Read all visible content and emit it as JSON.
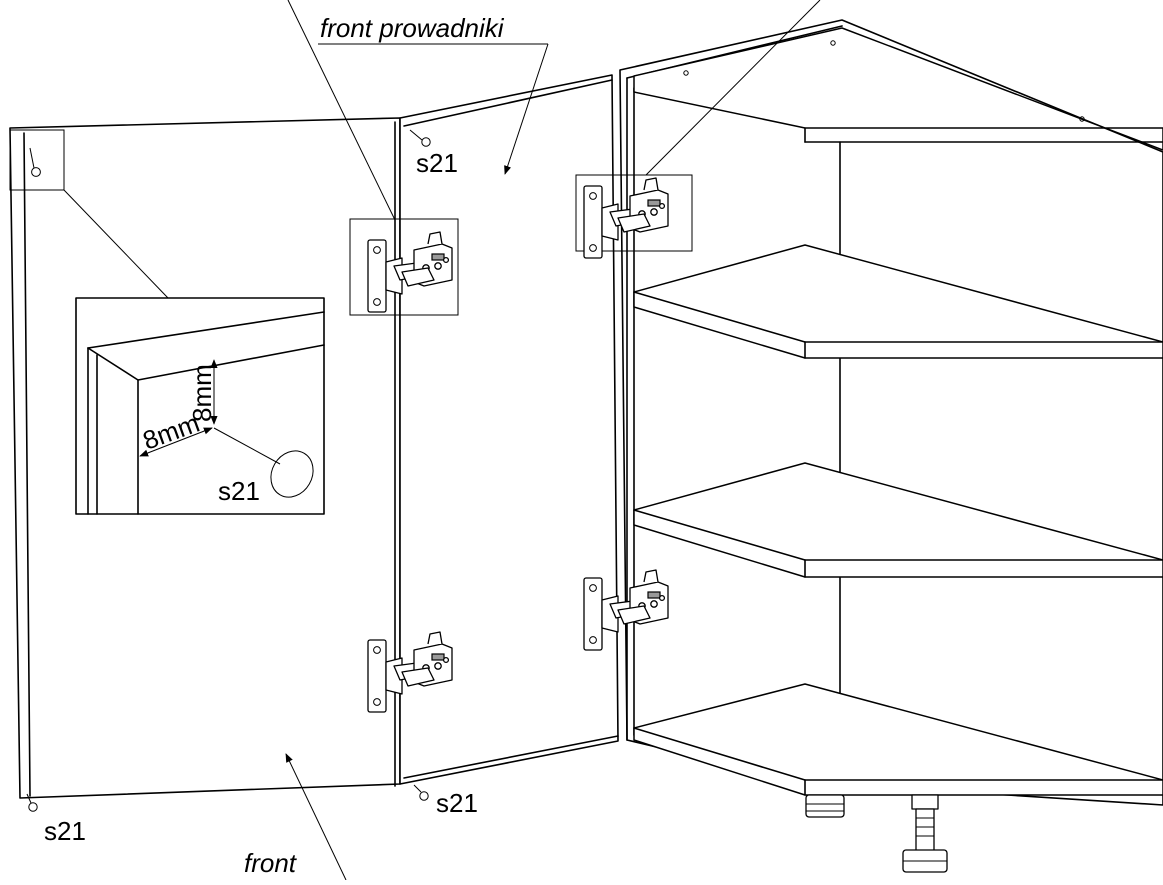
{
  "labels": {
    "front_prowadniki": "front prowadniki",
    "front": "front",
    "s21_top": "s21",
    "s21_bottom_left": "s21",
    "s21_bottom_mid": "s21",
    "s21_detail": "s21",
    "dim_vertical": "8mm",
    "dim_horizontal": "8mm"
  },
  "parts": {
    "hinge_icon": "concealed-cabinet-hinge-icon",
    "bumper_icon": "door-bumper-pad-icon",
    "leg_icon": "adjustable-leg-icon"
  },
  "colors": {
    "line": "#000000",
    "background": "#ffffff",
    "hardware_shade": "#9a9a9a"
  }
}
